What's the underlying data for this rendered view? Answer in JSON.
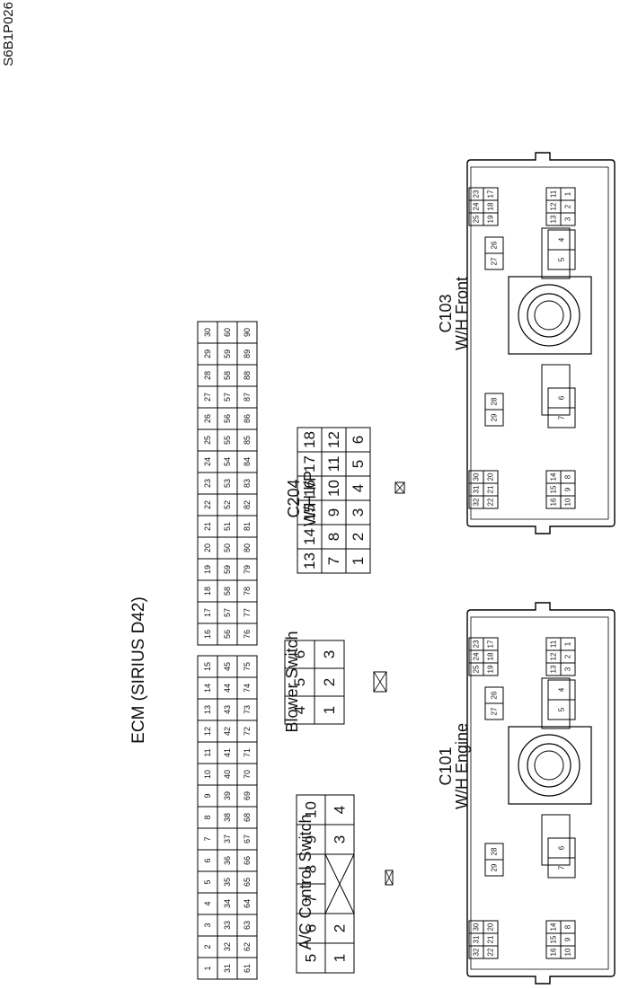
{
  "figure_code": "S6B1P026",
  "connectors": {
    "c101": {
      "code": "C101",
      "name": "W/H Engine"
    },
    "c103": {
      "code": "C103",
      "name": "W/H Front"
    },
    "c204": {
      "code": "C204",
      "name": "W/H I/P"
    }
  },
  "fusebox_cells": {
    "group_top_left": [
      [
        "10",
        "9",
        "8"
      ],
      [
        "16",
        "15",
        "14"
      ]
    ],
    "group_top_right": [
      [
        "3",
        "2",
        "1"
      ],
      [
        "13",
        "12",
        "11"
      ]
    ],
    "pair_left": [
      "7",
      "6"
    ],
    "pair_right": [
      "5",
      "4"
    ],
    "group_bottom_left": [
      [
        "22",
        "21",
        "20"
      ],
      [
        "32",
        "31",
        "30"
      ]
    ],
    "small_left": [
      "29",
      "28"
    ],
    "small_right": [
      "27",
      "26"
    ],
    "group_bottom_right": [
      [
        "19",
        "18",
        "17"
      ],
      [
        "25",
        "24",
        "23"
      ]
    ]
  },
  "ac_switch": {
    "label": "A/C Control Switch",
    "row1": [
      "1",
      "2",
      "",
      "3",
      "4"
    ],
    "row2": [
      "5",
      "6",
      "7",
      "8",
      "9",
      "10"
    ]
  },
  "blower_switch": {
    "label": "Blower Switch",
    "row1": [
      "1",
      "2",
      "3"
    ],
    "row2": [
      "4",
      "5",
      "6"
    ]
  },
  "c204_pins": {
    "row1": [
      "1",
      "2",
      "3",
      "4",
      "5",
      "6"
    ],
    "row2": [
      "7",
      "8",
      "9",
      "10",
      "11",
      "12"
    ],
    "row3": [
      "13",
      "14",
      "15",
      "16",
      "17",
      "18"
    ]
  },
  "ecm": {
    "label": "ECM (SIRIUS D42)",
    "left_block": {
      "row1": [
        "61",
        "62",
        "63",
        "64",
        "65",
        "66",
        "67",
        "68",
        "69",
        "70",
        "71",
        "72",
        "73",
        "74",
        "75"
      ],
      "row2": [
        "31",
        "32",
        "33",
        "34",
        "35",
        "36",
        "37",
        "38",
        "39",
        "40",
        "41",
        "42",
        "43",
        "44",
        "45"
      ],
      "row3": [
        "1",
        "2",
        "3",
        "4",
        "5",
        "6",
        "7",
        "8",
        "9",
        "10",
        "11",
        "12",
        "13",
        "14",
        "15"
      ]
    },
    "right_block": {
      "row1": [
        "76",
        "77",
        "78",
        "79",
        "80",
        "81",
        "82",
        "83",
        "84",
        "85",
        "86",
        "87",
        "88",
        "89",
        "90"
      ],
      "row2": [
        "56",
        "57",
        "58",
        "59",
        "50",
        "51",
        "52",
        "53",
        "54",
        "55",
        "56",
        "57",
        "58",
        "59",
        "60"
      ],
      "row3": [
        "16",
        "17",
        "18",
        "19",
        "20",
        "21",
        "22",
        "23",
        "24",
        "25",
        "26",
        "27",
        "28",
        "29",
        "30"
      ]
    }
  }
}
